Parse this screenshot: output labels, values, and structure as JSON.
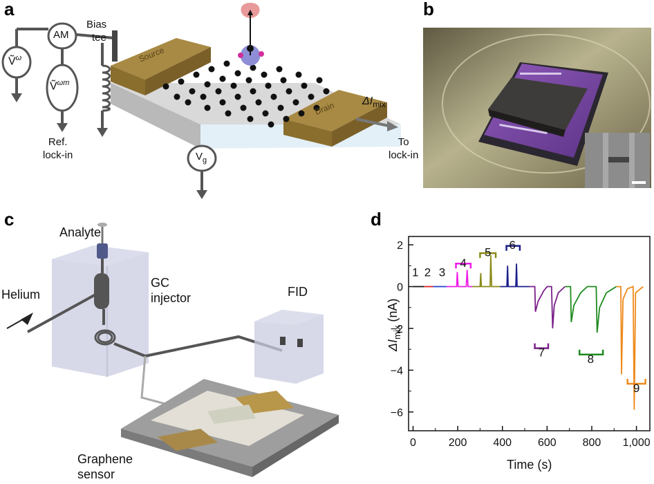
{
  "panels": {
    "a": {
      "letter": "a",
      "am_label": "AM",
      "v_omega": "Ṽ",
      "v_omega_sup": "ω",
      "v_omega_m": "Ṽ",
      "v_omega_m_sup": "ωm",
      "bias_tee": "Bias",
      "bias_tee2": "tee",
      "ref_lockin1": "Ref.",
      "ref_lockin2": "lock-in",
      "source": "Source",
      "drain": "Drain",
      "delta_i": "ΔI",
      "delta_i_sub": "mix",
      "to_lockin1": "To",
      "to_lockin2": "lock-in",
      "vg": "V",
      "vg_sub": "g"
    },
    "b": {
      "letter": "b"
    },
    "c": {
      "letter": "c",
      "analyte": "Analyte",
      "helium": "Helium",
      "gc1": "GC",
      "gc2": "injector",
      "fid": "FID",
      "sensor1": "Graphene",
      "sensor2": "sensor"
    },
    "d": {
      "letter": "d"
    }
  },
  "chart_data": {
    "type": "line",
    "xlabel": "Time (s)",
    "ylabel": "ΔI",
    "ylabel_sub": "mix",
    "ylabel_unit": "(nA)",
    "xlim": [
      -20,
      1060
    ],
    "ylim": [
      -6.9,
      2.4
    ],
    "xticks": [
      0,
      200,
      400,
      600,
      800,
      1000
    ],
    "xtick_labels": [
      "0",
      "200",
      "400",
      "600",
      "800",
      "1,000"
    ],
    "yticks": [
      2,
      0,
      -2,
      -4,
      -6
    ],
    "ytick_labels": [
      "2",
      "0",
      "−2",
      "−4",
      "−6"
    ],
    "series": [
      {
        "color": "#111111",
        "points": [
          [
            0,
            0
          ],
          [
            50,
            0
          ]
        ]
      },
      {
        "color": "#e0201f",
        "points": [
          [
            50,
            0
          ],
          [
            90,
            0
          ]
        ]
      },
      {
        "color": "#1f3fd0",
        "points": [
          [
            90,
            0
          ],
          [
            150,
            0
          ]
        ]
      },
      {
        "color": "#ee1ce8",
        "points": [
          [
            150,
            0
          ],
          [
            195,
            0
          ],
          [
            198,
            0.7
          ],
          [
            202,
            0
          ],
          [
            238,
            0
          ],
          [
            242,
            0.8
          ],
          [
            246,
            0
          ],
          [
            265,
            0
          ]
        ]
      },
      {
        "color": "#8a8a1a",
        "points": [
          [
            265,
            0
          ],
          [
            300,
            0
          ],
          [
            303,
            0.65
          ],
          [
            306,
            0
          ],
          [
            345,
            0
          ],
          [
            348,
            1.5
          ],
          [
            352,
            0
          ],
          [
            390,
            0
          ]
        ]
      },
      {
        "color": "#1a1f8a",
        "points": [
          [
            390,
            0
          ],
          [
            420,
            0
          ],
          [
            423,
            1.0
          ],
          [
            426,
            0
          ],
          [
            460,
            0
          ],
          [
            463,
            1.1
          ],
          [
            466,
            0
          ],
          [
            520,
            0
          ]
        ]
      },
      {
        "color": "#7a1f8a",
        "points": [
          [
            520,
            0
          ],
          [
            545,
            0
          ],
          [
            548,
            -1.2
          ],
          [
            560,
            -0.7
          ],
          [
            585,
            -0.2
          ],
          [
            600,
            0
          ],
          [
            620,
            0
          ],
          [
            625,
            -2.0
          ],
          [
            632,
            -0.9
          ],
          [
            650,
            -0.3
          ],
          [
            680,
            0
          ]
        ]
      },
      {
        "color": "#1e8a1e",
        "points": [
          [
            680,
            0
          ],
          [
            705,
            0
          ],
          [
            708,
            -1.7
          ],
          [
            720,
            -0.9
          ],
          [
            750,
            -0.3
          ],
          [
            780,
            0
          ],
          [
            820,
            0
          ],
          [
            824,
            -2.2
          ],
          [
            835,
            -1.0
          ],
          [
            865,
            -0.3
          ],
          [
            910,
            0
          ]
        ]
      },
      {
        "color": "#ee8a1a",
        "points": [
          [
            910,
            0
          ],
          [
            930,
            0
          ],
          [
            933,
            -4.2
          ],
          [
            940,
            -0.6
          ],
          [
            960,
            -0.1
          ],
          [
            985,
            0
          ],
          [
            990,
            -5.9
          ],
          [
            996,
            -0.3
          ],
          [
            1030,
            0
          ]
        ]
      }
    ],
    "annotations": [
      {
        "text": "1",
        "x": 10,
        "y": 0.5
      },
      {
        "text": "2",
        "x": 65,
        "y": 0.5
      },
      {
        "text": "3",
        "x": 130,
        "y": 0.5
      },
      {
        "text": "4",
        "x": 225,
        "y": 0.95,
        "bracket": [
          192,
          258,
          1.1,
          "#ee1ce8"
        ]
      },
      {
        "text": "5",
        "x": 335,
        "y": 1.45,
        "bracket": [
          300,
          370,
          1.6,
          "#8a8a1a"
        ]
      },
      {
        "text": "6",
        "x": 445,
        "y": 1.8,
        "bracket": [
          418,
          478,
          1.95,
          "#1a1f8a"
        ]
      },
      {
        "text": "7",
        "x": 575,
        "y": -3.35,
        "bracket": [
          545,
          605,
          -2.95,
          "#7a1f8a"
        ]
      },
      {
        "text": "8",
        "x": 795,
        "y": -3.65,
        "bracket": [
          745,
          850,
          -3.25,
          "#1e8a1e"
        ]
      },
      {
        "text": "9",
        "x": 1000,
        "y": -5.05,
        "bracket": [
          960,
          1040,
          -4.65,
          "#ee8a1a"
        ]
      }
    ]
  }
}
